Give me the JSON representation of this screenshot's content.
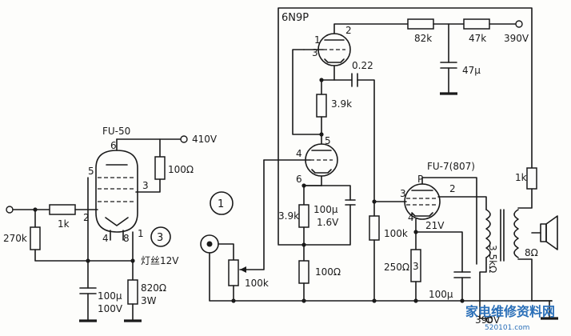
{
  "tubes": {
    "driver": "6N9P",
    "output": "FU-7(807)",
    "indicator": "FU-50"
  },
  "circled": {
    "one": "1",
    "three": "3"
  },
  "voltages": {
    "b_plus_top": "390V",
    "fu50_supply": "410V",
    "cathode_fu7": "21V",
    "b_plus_bottom": "390V",
    "filament": "灯丝12V"
  },
  "components": {
    "r_82k": "82k",
    "r_47k": "47k",
    "c_47u": "47μ",
    "c_022": "0.22",
    "r_39k_plate": "3.9k",
    "r_39k_cathode": "3.9k",
    "c_100u_16v_a": "100μ",
    "c_100u_16v_b": "1.6V",
    "r_100_cathode": "100Ω",
    "pot_100k": "100k",
    "r_100k_grid": "100k",
    "r_250": "250Ω",
    "r_3": "3",
    "c_100u_fu7": "100μ",
    "r_1k_fu7": "1k",
    "transformer_35k": "3.5kΩ",
    "speaker": "8Ω",
    "r_100_fu50": "100Ω",
    "r_1k_fu50": "1k",
    "r_270k": "270k",
    "c_100u_100v_a": "100μ",
    "c_100u_100v_b": "100V",
    "r_820": "820Ω",
    "r_3w": "3W"
  },
  "pins": {
    "d1": "1",
    "d2": "2",
    "d3": "3",
    "d4": "4",
    "d5": "5",
    "d6": "6",
    "fu7_p": "P",
    "fu7_2": "2",
    "fu7_3": "3",
    "fu7_4": "4",
    "fu50_6": "6",
    "fu50_5": "5",
    "fu50_3": "3",
    "fu50_2": "2",
    "fu50_4": "4",
    "fu50_8": "8",
    "fu50_1": "1"
  },
  "watermark": {
    "main": "家电维修资料网",
    "sub": "520101.com"
  },
  "colors": {
    "ink": "#1a1a1a",
    "paper": "#fdfdfb",
    "watermark": "#2a6fb8"
  }
}
